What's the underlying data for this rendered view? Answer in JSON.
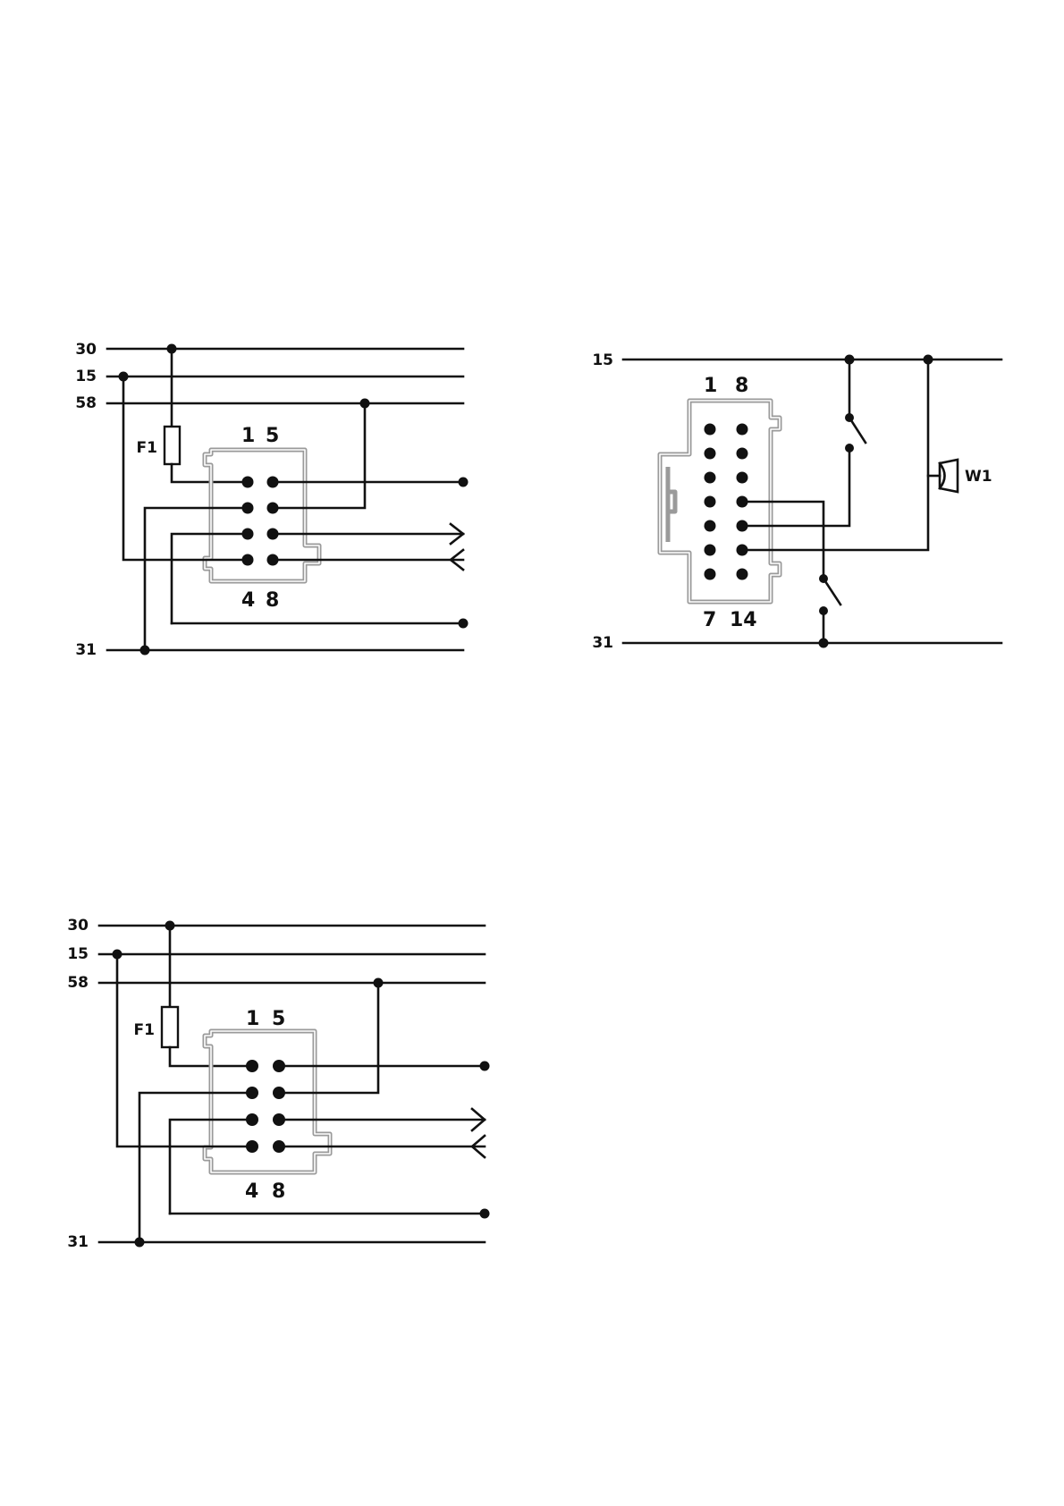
{
  "diagram_a": {
    "rails": [
      "30",
      "15",
      "58",
      "31"
    ],
    "fuse_label": "F1",
    "pin_top_left": "1",
    "pin_top_right": "5",
    "pin_bottom_left": "4",
    "pin_bottom_right": "8"
  },
  "diagram_b": {
    "rail_top": "15",
    "rail_bottom": "31",
    "buzzer_label": "W1",
    "pin_top_left": "1",
    "pin_top_right": "8",
    "pin_bottom_left": "7",
    "pin_bottom_right": "14"
  },
  "diagram_c": {
    "rails": [
      "30",
      "15",
      "58",
      "31"
    ],
    "fuse_label": "F1",
    "pin_top_left": "1",
    "pin_top_right": "5",
    "pin_bottom_left": "4",
    "pin_bottom_right": "8"
  }
}
